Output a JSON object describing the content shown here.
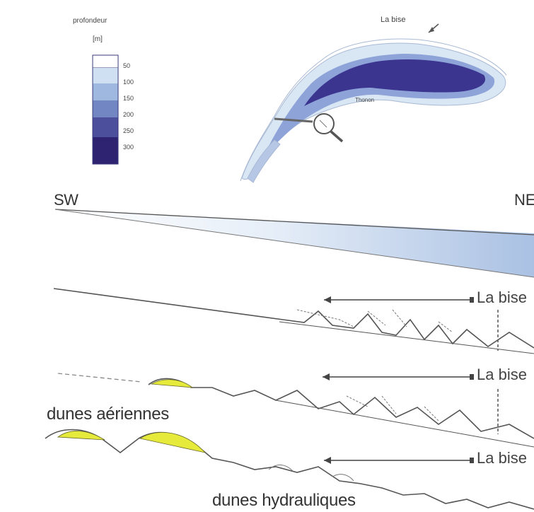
{
  "legend": {
    "title": "profondeur",
    "unit": "[m]",
    "ticks": [
      "50",
      "100",
      "150",
      "200",
      "250",
      "300"
    ],
    "colors": [
      "#ffffff",
      "#cfe0f2",
      "#9fb8e0",
      "#7286c4",
      "#4c4f9c",
      "#2d2370"
    ]
  },
  "map": {
    "wind_label": "La bise",
    "town_label": "Thonon",
    "lake_colors": {
      "shallow": "#cfe0f2",
      "mid": "#8ea3d8",
      "deep": "#3b3590"
    }
  },
  "section": {
    "left_dir": "SW",
    "right_dir": "NE",
    "wind_labels": [
      "La bise",
      "La bise",
      "La bise"
    ],
    "dune_aeolian_label": "dunes aériennes",
    "dune_hydraulic_label": "dunes hydrauliques",
    "dune_color": "#e6ea3a",
    "water_color": "#dfe9f6"
  }
}
